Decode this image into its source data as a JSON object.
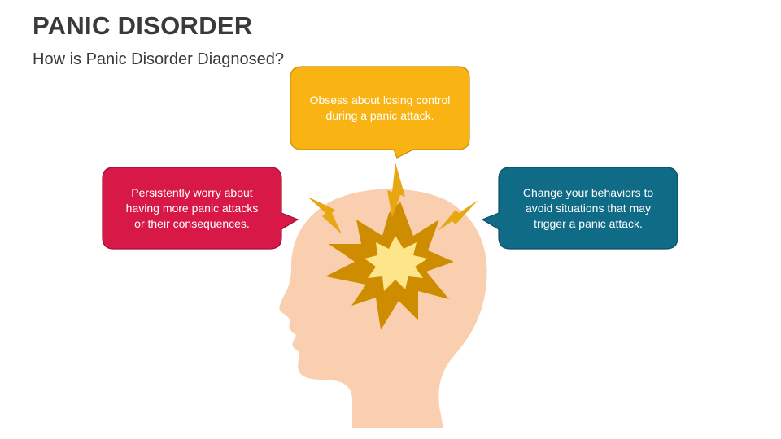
{
  "slide": {
    "title": "PANIC DISORDER",
    "subtitle": "How is Panic Disorder Diagnosed?"
  },
  "callouts": [
    {
      "position": "top",
      "color": "#F9B312",
      "lines": [
        "Obsess about losing control",
        "during a panic attack."
      ]
    },
    {
      "position": "left",
      "color": "#D81847",
      "lines": [
        "Persistently worry about",
        "having more panic attacks",
        "or their consequences."
      ]
    },
    {
      "position": "right",
      "color": "#106B87",
      "lines": [
        "Change your behaviors to",
        "avoid situations that may",
        "trigger a panic attack."
      ]
    }
  ],
  "colors": {
    "head_skin": "#F9CFB0",
    "burst_outer": "#CE8C00",
    "burst_inner": "#FDE58A",
    "lightning": "#E7A712"
  },
  "icons": [
    "head-silhouette-icon",
    "explosion-burst-icon",
    "lightning-bolt-icon"
  ]
}
